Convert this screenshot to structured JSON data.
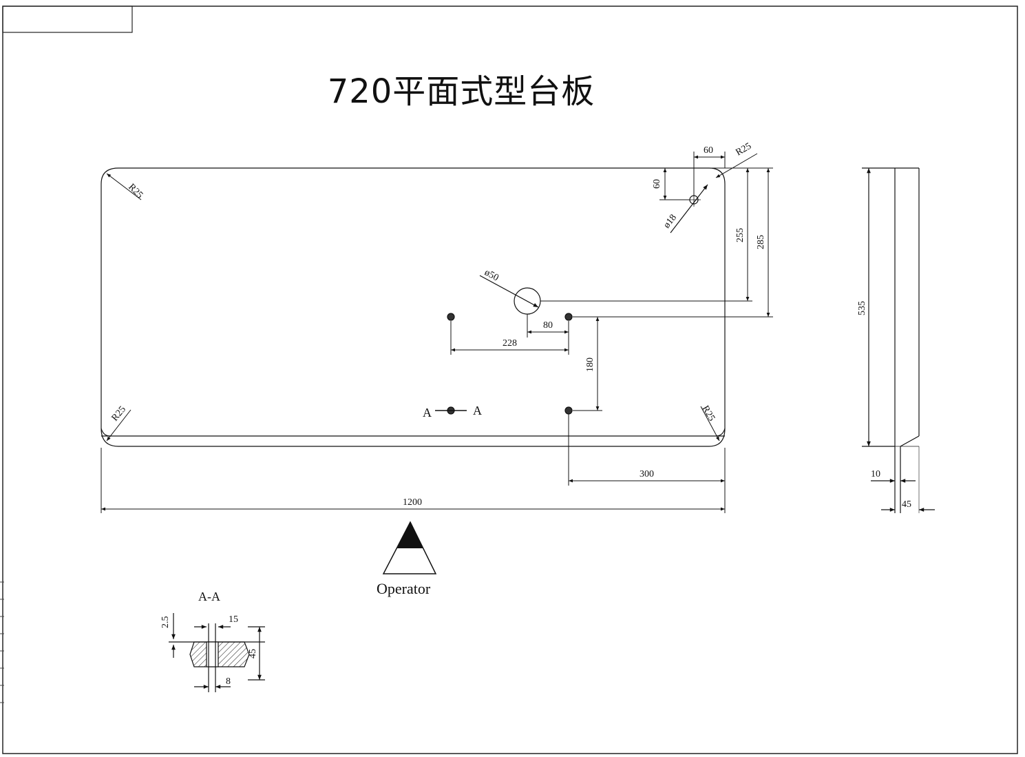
{
  "title": "720平面式型台板",
  "dimensions": {
    "r25_top_left": "R25",
    "r25_top_right": "R25",
    "r25_bottom_left": "R25",
    "r25_bottom_right": "R25",
    "d60_horizontal": "60",
    "d60_vertical": "60",
    "dia18": "ø18",
    "dia50": "ø50",
    "d255": "255",
    "d285": "285",
    "d80": "80",
    "d228": "228",
    "d180": "180",
    "d300": "300",
    "d1200": "1200",
    "d535": "535",
    "d10": "10",
    "d45_side": "45"
  },
  "section_marker": {
    "left": "A",
    "right": "A"
  },
  "operator_label": "Operator",
  "section_view": {
    "title": "A-A",
    "d2_5": "2.5",
    "d15": "15",
    "d45": "45",
    "d8": "8"
  }
}
